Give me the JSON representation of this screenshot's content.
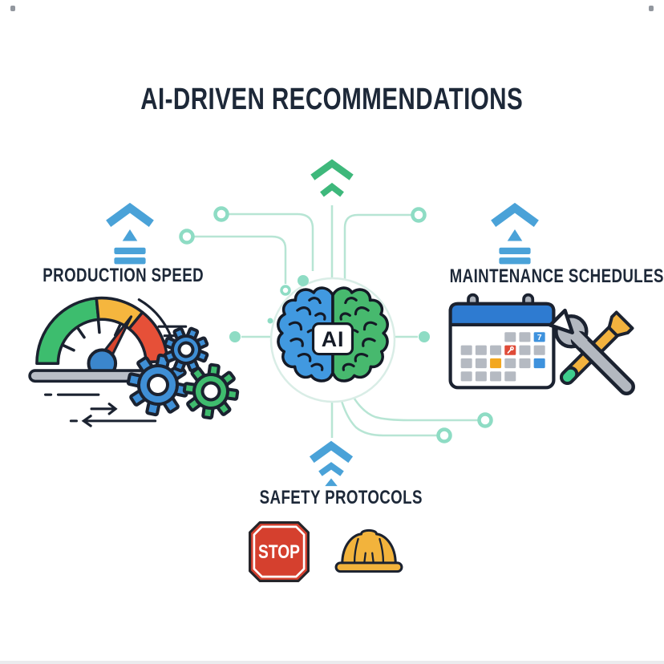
{
  "title": "AI-DRIVEN RECOMMENDATIONS",
  "center": {
    "label": "AI",
    "icon": "brain-icon",
    "hemisphere_left_color": "#4199e0",
    "hemisphere_right_color": "#47b96e"
  },
  "sections": {
    "production": {
      "label": "PRODUCTION SPEED",
      "trend": "up",
      "icons": [
        "speedometer-icon",
        "gears-icon"
      ]
    },
    "maintenance": {
      "label": "MAINTENANCE SCHEDULES",
      "trend": "up",
      "icons": [
        "calendar-icon",
        "wrench-screwdriver-icon"
      ],
      "calendar": {
        "highlight_day": "7",
        "grid": [
          [
            "",
            "",
            "",
            "g",
            "g",
            "b7"
          ],
          [
            "g",
            "g",
            "g",
            "r",
            "g",
            "g"
          ],
          [
            "g",
            "g",
            "o",
            "g",
            "g",
            "b"
          ],
          [
            "g",
            "g",
            "g",
            "g",
            "",
            ""
          ]
        ],
        "cell_colors": {
          "g": "#b5bac2",
          "r": "#df4b38",
          "o": "#f3a71f",
          "b": "#3e92dd",
          "b7": "#3e92dd"
        }
      }
    },
    "safety": {
      "label": "SAFETY PROTOCOLS",
      "trend": "up",
      "stop_label": "STOP",
      "icons": [
        "stop-sign-icon",
        "hard-hat-icon"
      ]
    }
  },
  "colors": {
    "title_text": "#1d2838",
    "outline": "#1b2230",
    "chevron_blue": "#4aa2d8",
    "chevron_green": "#3eb87b",
    "circuit_line": "#b7e5d4",
    "circuit_node": "#8edcc4",
    "gauge_green": "#3dbd6e",
    "gauge_yellow": "#f5b63e",
    "gauge_red": "#e65038",
    "needle_red": "#d8442c",
    "hub_blue": "#3b86cc",
    "gear_blue": "#3f8fd6",
    "gear_green": "#3fbc6e",
    "calendar_header_blue": "#2e7bd1",
    "stop_red": "#d5402e",
    "hat_yellow": "#f2b33c",
    "tool_gray": "#b3b8c0",
    "screwdriver_yellow": "#f2b23e",
    "screwdriver_green": "#3ecd8d"
  }
}
